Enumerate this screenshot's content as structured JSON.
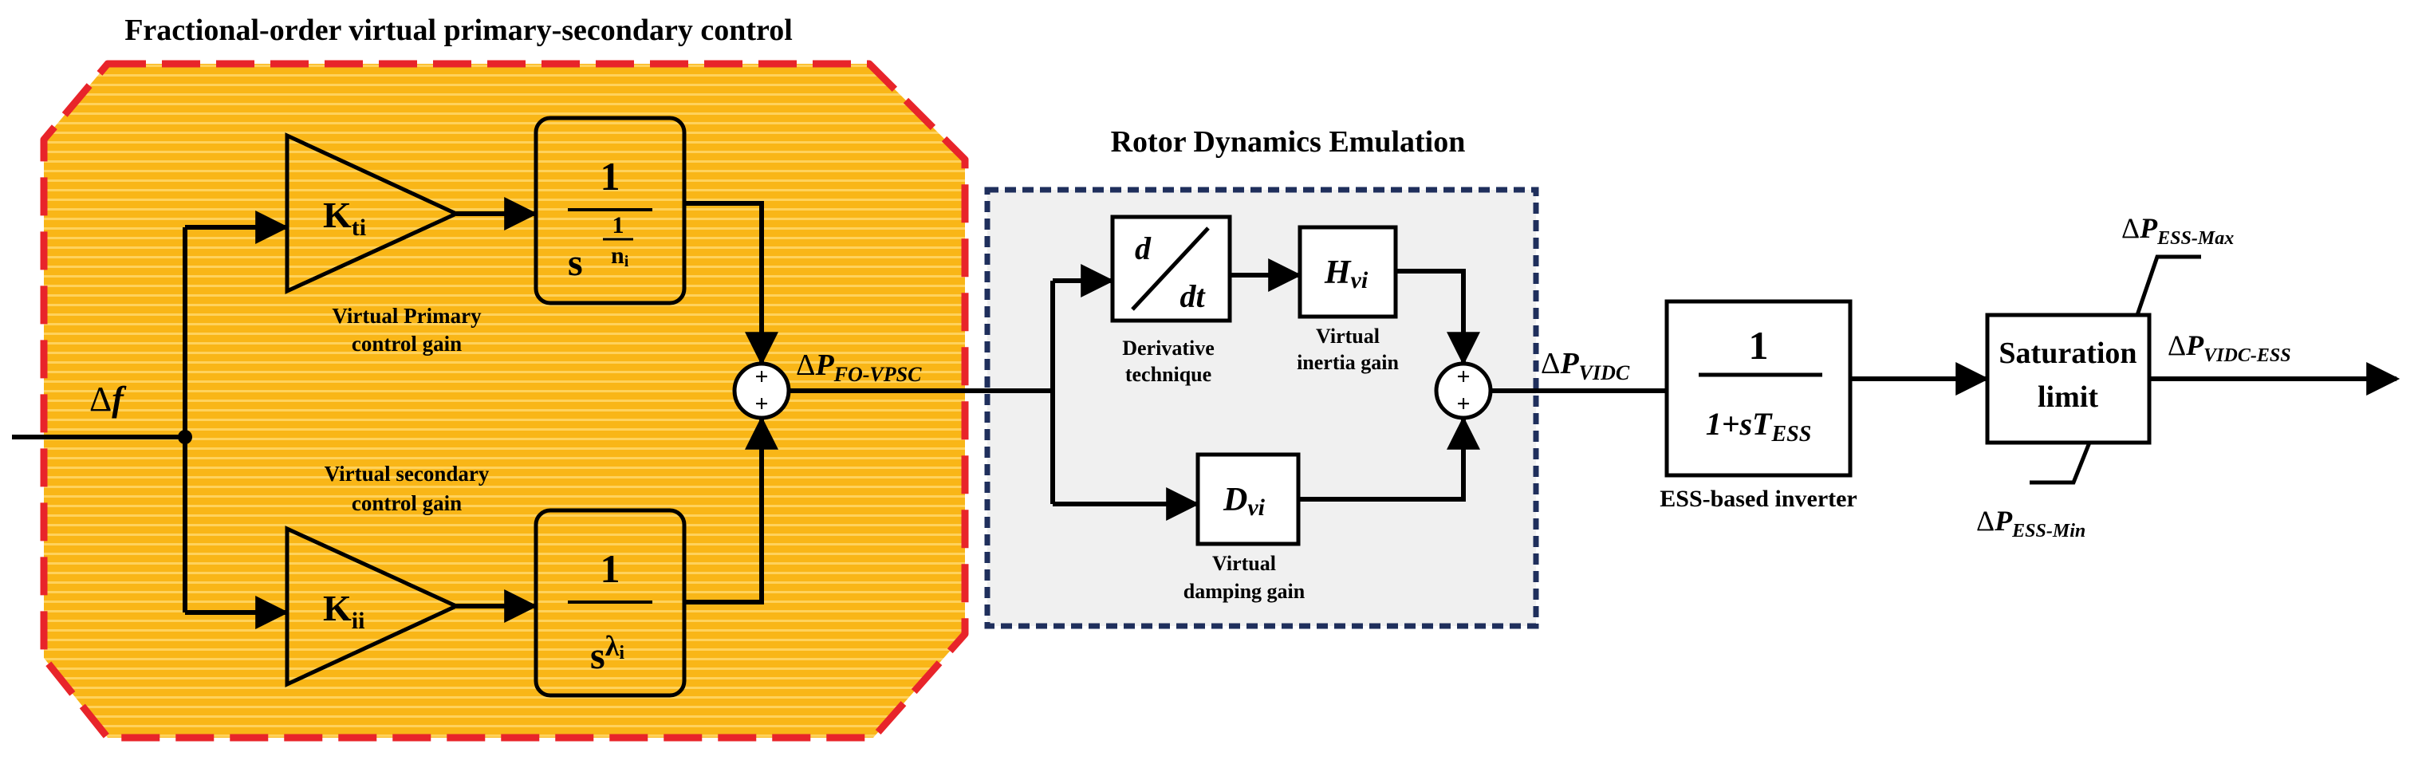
{
  "colors": {
    "fo_region_fill": "#f9b617",
    "fo_region_stripe": "#ffd25c",
    "fo_region_border": "#e8242a",
    "rotor_fill": "#f0f0f0",
    "rotor_border": "#1f2f5c",
    "line": "#000000"
  },
  "fo_vpsc": {
    "title": "Fractional-order virtual primary-secondary control",
    "primary_gain": {
      "base": "K",
      "sub": "ti"
    },
    "primary_label_l1": "Virtual Primary",
    "primary_label_l2": "control gain",
    "primary_tf": {
      "num": "1",
      "base": "s",
      "exp_num": "1",
      "exp_den": "n",
      "exp_den_sub": "i"
    },
    "secondary_gain": {
      "base": "K",
      "sub": "ii"
    },
    "secondary_label_l1": "Virtual secondary",
    "secondary_label_l2": "control gain",
    "secondary_tf": {
      "num": "1",
      "base": "s",
      "exp": "λ",
      "exp_sub": "i"
    },
    "sum_signs": [
      "+",
      "+"
    ],
    "output": {
      "delta": "Δ",
      "base": "P",
      "sub": "FO-VPSC"
    }
  },
  "input": {
    "delta": "Δ",
    "symbol": "f"
  },
  "rotor": {
    "title": "Rotor Dynamics Emulation",
    "derivative": {
      "num": "d",
      "den": "dt"
    },
    "derivative_label_l1": "Derivative",
    "derivative_label_l2": "technique",
    "inertia": {
      "base": "H",
      "sub": "vi"
    },
    "inertia_label_l1": "Virtual",
    "inertia_label_l2": "inertia gain",
    "damping": {
      "base": "D",
      "sub": "vi"
    },
    "damping_label_l1": "Virtual",
    "damping_label_l2": "damping gain",
    "sum_signs": [
      "+",
      "+"
    ],
    "output": {
      "delta": "Δ",
      "base": "P",
      "sub": "VIDC"
    }
  },
  "inverter": {
    "num": "1",
    "den_prefix": "1+s",
    "den_base": "T",
    "den_sub": "ESS",
    "label": "ESS-based inverter"
  },
  "saturation": {
    "line1": "Saturation",
    "line2": "limit",
    "max": {
      "delta": "Δ",
      "base": "P",
      "sub": "ESS-Max"
    },
    "min": {
      "delta": "Δ",
      "base": "P",
      "sub": "ESS-Min"
    },
    "output": {
      "delta": "Δ",
      "base": "P",
      "sub": "VIDC-ESS"
    }
  }
}
